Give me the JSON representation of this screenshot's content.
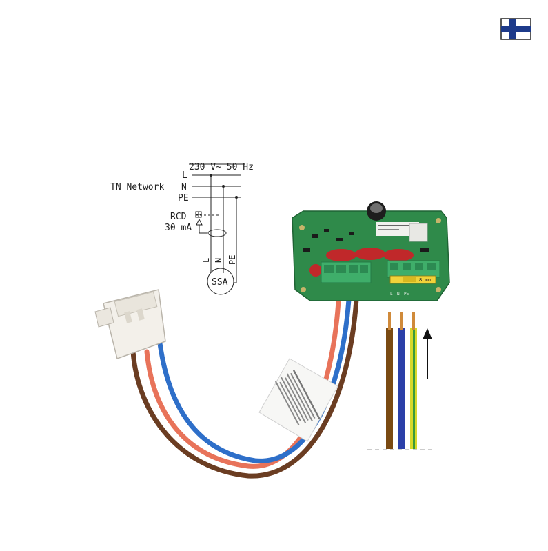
{
  "flag": {
    "icon": "finland-flag-icon",
    "colors": {
      "field": "#ffffff",
      "cross": "#1d3a8a",
      "border": "#222222"
    }
  },
  "schematic": {
    "supply_label": "230 V~ 50 Hz",
    "line_label": "L",
    "neutral_label": "N",
    "pe_label": "PE",
    "network_label": "TN Network",
    "rcd_label": "RCD",
    "rcd_rating": "30 mA",
    "lead_l": "L",
    "lead_n": "N",
    "lead_pe": "PE",
    "device_label": "SSA"
  },
  "board": {
    "strip_length": "8 mm",
    "terminal_labels": [
      "L",
      "N",
      "PE"
    ],
    "colors": {
      "pcb": "#2f8a4a",
      "terminal": "#3fae6a",
      "capacitor": "#c0282a"
    }
  },
  "wires": {
    "colors": {
      "brown": "#6b3d22",
      "blue": "#2e6fc9",
      "red": "#e8735a",
      "yellow_green": "#c9d52b",
      "copper": "#d08a3a"
    }
  },
  "arrow": {
    "direction": "up",
    "icon": "insert-arrow-icon"
  }
}
